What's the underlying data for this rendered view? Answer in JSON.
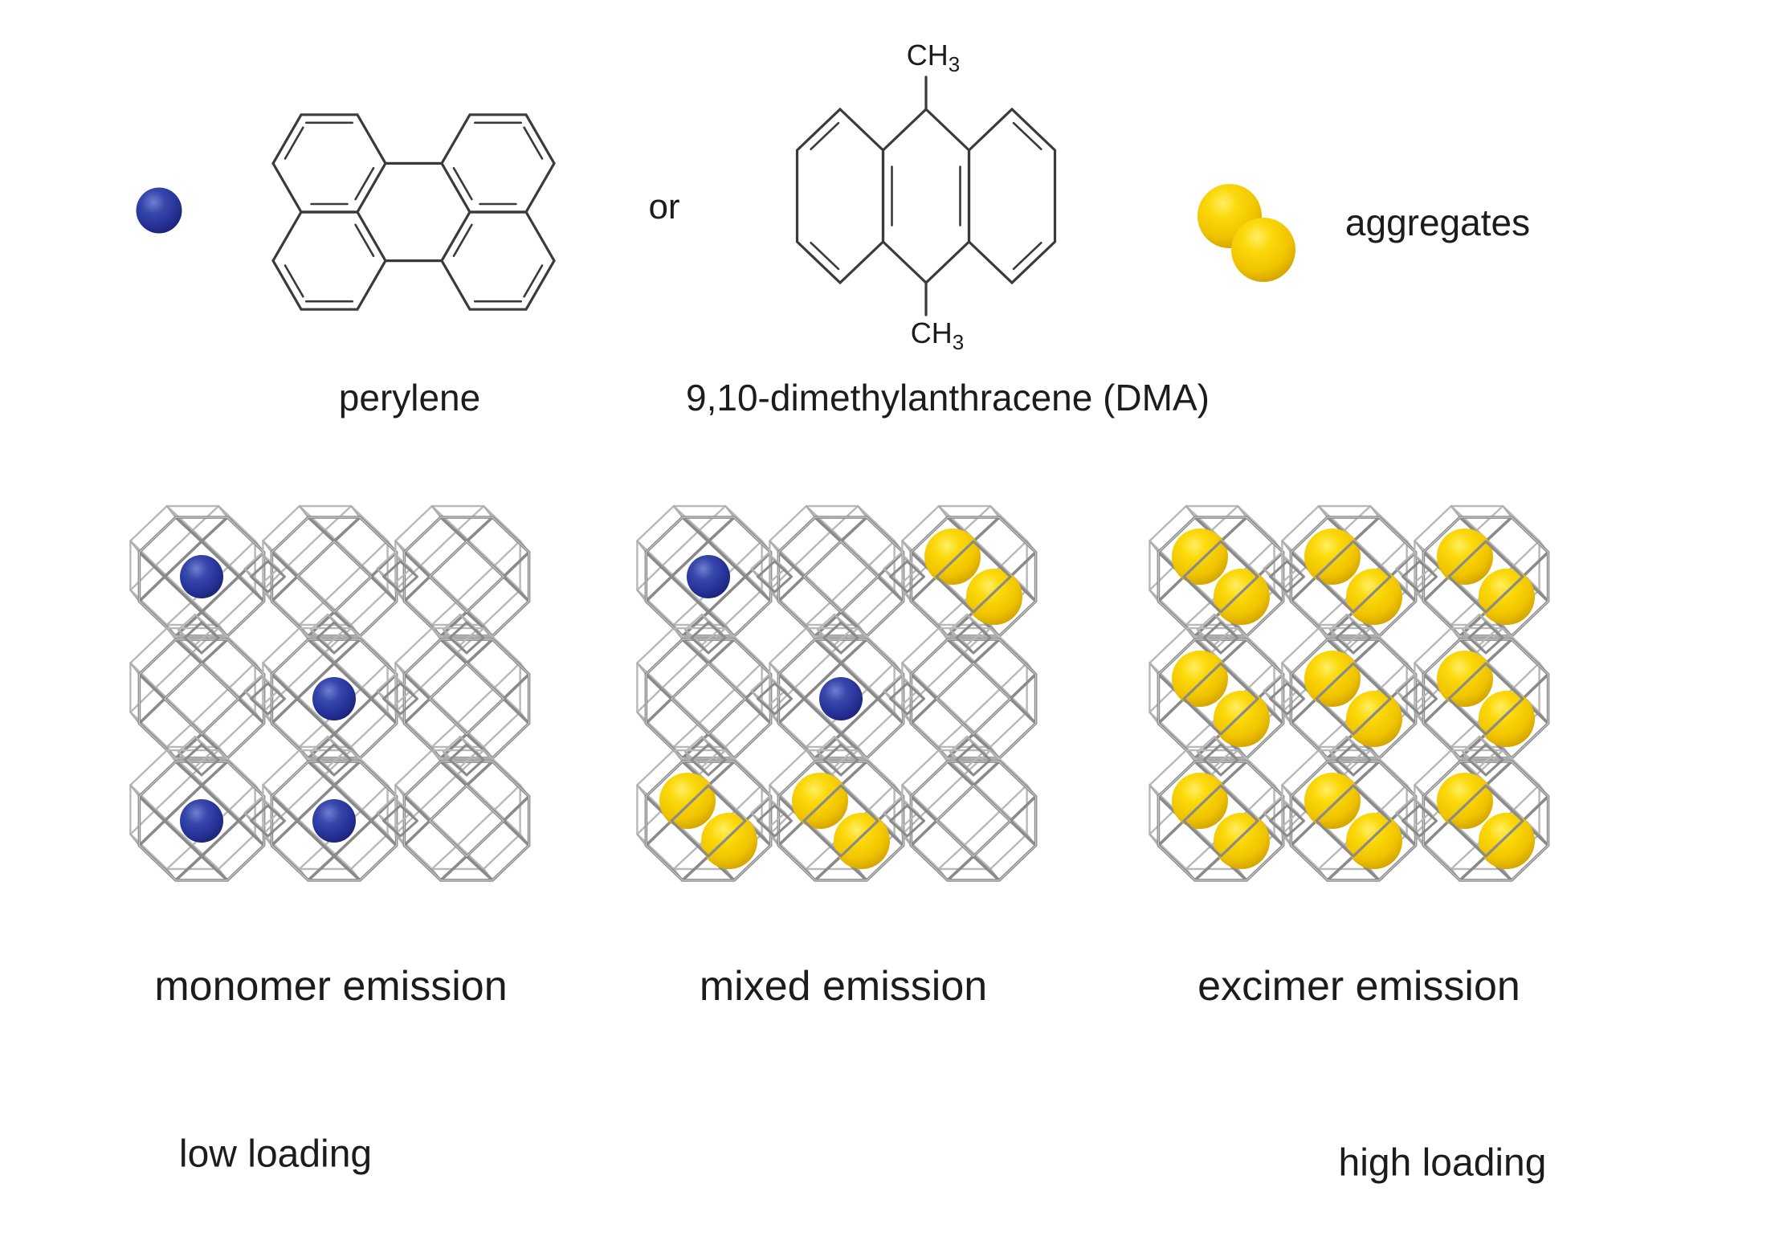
{
  "palette": {
    "monomer_blue": "#2e3ca0",
    "aggregate_yellow": "#f6d600",
    "framework_gray": "#8a8a8a",
    "bond_black": "#3a3a3a",
    "text": "#1c1c1c"
  },
  "molecules": {
    "perylene_label": "perylene",
    "dma_label": "9,10-dimethylanthracene (DMA)",
    "or_label": "or",
    "aggregates_label": "aggregates",
    "methyl_main": "CH",
    "methyl_sub": "3"
  },
  "frameworks": [
    {
      "id": "monomer",
      "label": "monomer emission",
      "cells": [
        [
          "blue",
          "",
          ""
        ],
        [
          "",
          "blue",
          ""
        ],
        [
          "blue",
          "blue",
          ""
        ]
      ]
    },
    {
      "id": "mixed",
      "label": "mixed emission",
      "cells": [
        [
          "blue",
          "",
          "pair"
        ],
        [
          "",
          "blue",
          ""
        ],
        [
          "pair",
          "pair",
          ""
        ]
      ]
    },
    {
      "id": "excimer",
      "label": "excimer emission",
      "cells": [
        [
          "pair",
          "pair",
          "pair"
        ],
        [
          "pair",
          "pair",
          "pair"
        ],
        [
          "pair",
          "pair",
          "pair"
        ]
      ]
    }
  ],
  "captions": {
    "low": "low loading",
    "high": "high loading"
  }
}
